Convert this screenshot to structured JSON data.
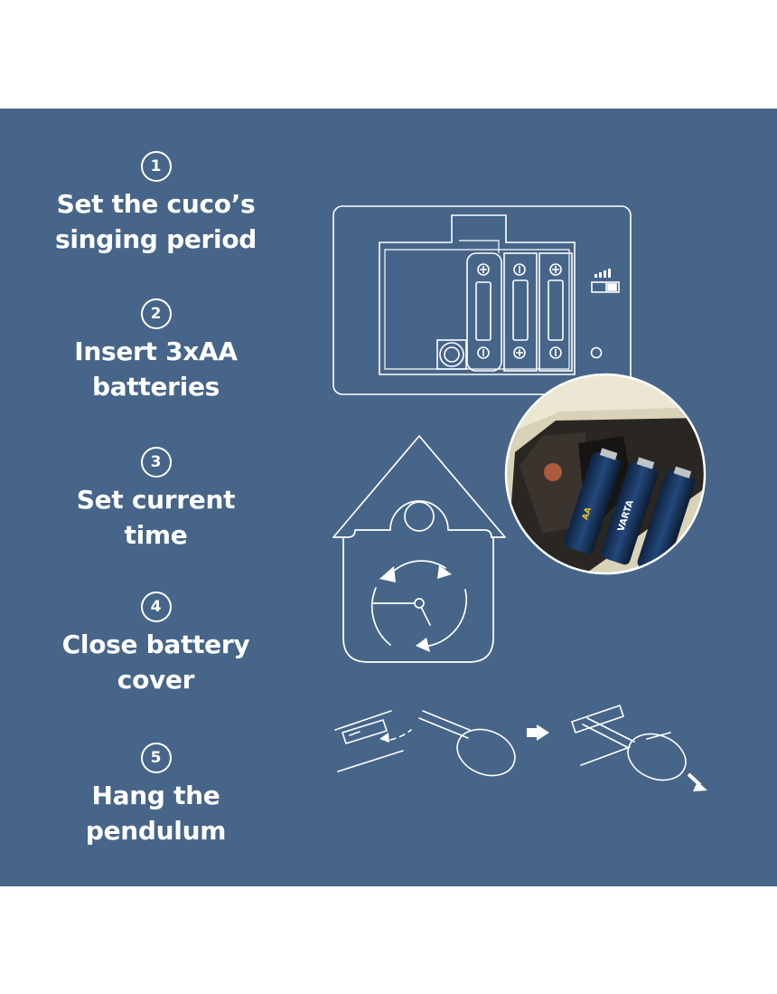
{
  "steps": [
    {
      "number": "1",
      "title_lines": [
        "Set the cuco’s",
        "singing period"
      ]
    },
    {
      "number": "2",
      "title_lines": [
        "Insert 3xAA",
        "batteries"
      ]
    },
    {
      "number": "3",
      "title_lines": [
        "Set current",
        "time"
      ]
    },
    {
      "number": "4",
      "title_lines": [
        "Close battery",
        "cover"
      ]
    },
    {
      "number": "5",
      "title_lines": [
        "Hang the",
        "pendulum"
      ]
    }
  ],
  "photo": {
    "battery_brand": "VARTA",
    "battery_size": "AA"
  },
  "colors": {
    "background": "#466589",
    "line": "#ffffff",
    "photo_box": "#ece7d3"
  },
  "icons": [
    "battery-compartment-diagram",
    "volume-bars-icon",
    "slide-switch-icon",
    "birdhouse-clock-diagram",
    "pendulum-hanging-diagram",
    "arrow-right-icon"
  ]
}
